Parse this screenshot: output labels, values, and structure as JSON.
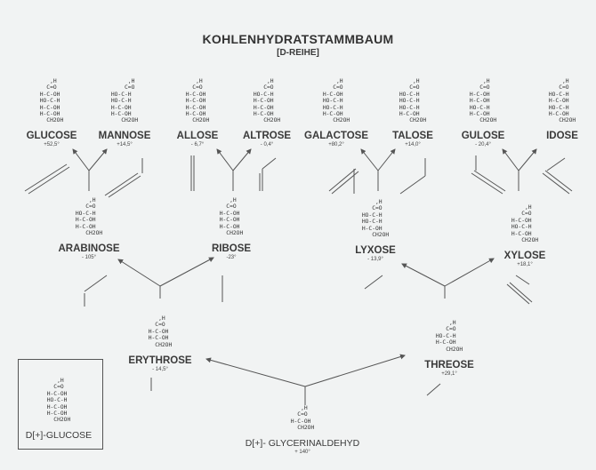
{
  "title": "KOHLENHYDRATSTAMMBAUM",
  "subtitle": "[D-REIHE]",
  "molecules": [
    {
      "id": "glucose",
      "name": "GLUCOSE",
      "rotation": "+52,5°",
      "formula": [
        "   ,H",
        "  C=O",
        "H-C-OH",
        "HO-C-H",
        "H-C-OH",
        "H-C-OH",
        "  CH2OH"
      ]
    },
    {
      "id": "mannose",
      "name": "MANNOSE",
      "rotation": "+14,5°",
      "formula": [
        "     ,H",
        "    C=O",
        "HO-C-H",
        "HO-C-H",
        "H-C-OH",
        "H-C-OH",
        "   CH2OH"
      ]
    },
    {
      "id": "allose",
      "name": "ALLOSE",
      "rotation": "- 6,7°",
      "formula": [
        "   ,H",
        "  C=O",
        "H-C-OH",
        "H-C-OH",
        "H-C-OH",
        "H-C-OH",
        "  CH2OH"
      ]
    },
    {
      "id": "altrose",
      "name": "ALTROSE",
      "rotation": "- 0,4°",
      "formula": [
        "    ,H",
        "   C=O",
        "HO-C-H",
        "H-C-OH",
        "H-C-OH",
        "H-C-OH",
        "   CH2OH"
      ]
    },
    {
      "id": "galactose",
      "name": "GALACTOSE",
      "rotation": "+80,2°",
      "formula": [
        "    ,H",
        "   C=O",
        "H-C-OH",
        "HO-C-H",
        "HO-C-H",
        "H-C-OH",
        "   CH2OH"
      ]
    },
    {
      "id": "talose",
      "name": "TALOSE",
      "rotation": "+14,0°",
      "formula": [
        "    ,H",
        "   C=O",
        "HO-C-H",
        "HO-C-H",
        "HO-C-H",
        "H-C-OH",
        "   CH2OH"
      ]
    },
    {
      "id": "gulose",
      "name": "GULOSE",
      "rotation": "- 20,4°",
      "formula": [
        "    ,H",
        "   C=O",
        "H-C-OH",
        "H-C-OH",
        "HO-C-H",
        "H-C-OH",
        "   CH2OH"
      ]
    },
    {
      "id": "idose",
      "name": "IDOSE",
      "rotation": "",
      "formula": [
        "    ,H",
        "   C=O",
        "HO-C-H",
        "H-C-OH",
        "HO-C-H",
        "H-C-OH",
        "   CH2OH"
      ]
    },
    {
      "id": "arabinose",
      "name": "ARABINOSE",
      "rotation": "- 105°",
      "formula": [
        "    ,H",
        "   C=O",
        "HO-C-H",
        "H-C-OH",
        "H-C-OH",
        "   CH2OH"
      ]
    },
    {
      "id": "ribose",
      "name": "RIBOSE",
      "rotation": "-23°",
      "formula": [
        "   ,H",
        "  C=O",
        "H-C-OH",
        "H-C-OH",
        "H-C-OH",
        "  CH2OH"
      ]
    },
    {
      "id": "lyxose",
      "name": "LYXOSE",
      "rotation": "- 13,9°",
      "formula": [
        "    ,H",
        "   C=O",
        "HO-C-H",
        "HO-C-H",
        "H-C-OH",
        "   CH2OH"
      ]
    },
    {
      "id": "xylose",
      "name": "XYLOSE",
      "rotation": "+18,1°",
      "formula": [
        "    ,H",
        "   C=O",
        "H-C-OH",
        "HO-C-H",
        "H-C-OH",
        "   CH2OH"
      ]
    },
    {
      "id": "erythrose",
      "name": "ERYTHROSE",
      "rotation": "- 14,5°",
      "formula": [
        "   ,H",
        "  C=O",
        "H-C-OH",
        "H-C-OH",
        "  CH2OH"
      ]
    },
    {
      "id": "threose",
      "name": "THREOSE",
      "rotation": "+29,1°",
      "formula": [
        "    ,H",
        "   C=O",
        "HO-C-H",
        "H-C-OH",
        "   CH2OH"
      ]
    },
    {
      "id": "glycerinaldehyd",
      "name": "D[+]- GLYCERINALDEHYD",
      "rotation": "+ 140°",
      "formula": [
        "   ,H",
        "  C=O",
        "H-C-OH",
        "  CH2OH"
      ]
    },
    {
      "id": "dglucose",
      "name": "D[+]-GLUCOSE",
      "rotation": "",
      "formula": [
        "   ,H",
        "  C=O",
        "H-C-OH",
        "HO-C-H",
        "H-C-OH",
        "H-C-OH",
        "  CH2OH"
      ]
    }
  ]
}
